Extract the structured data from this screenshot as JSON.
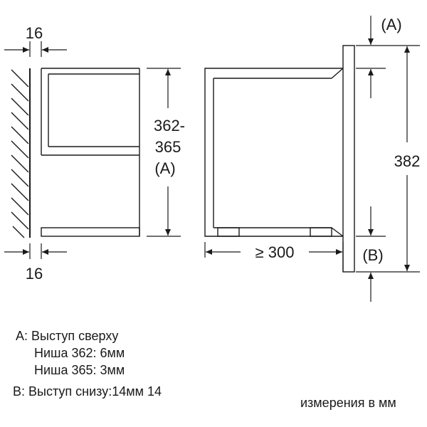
{
  "dimensions": {
    "side_gap_top": "16",
    "side_gap_bottom": "16",
    "niche_height_line1": "362-",
    "niche_height_line2": "365",
    "niche_height_ref": "(A)",
    "depth": "≥ 300",
    "total_height": "382",
    "ref_a": "(A)",
    "ref_b": "(B)"
  },
  "notes": {
    "a_title": "A: Выступ сверху",
    "a_line1": "Ниша 362: 6мм",
    "a_line2": "Ниша 365: 3мм",
    "b_line": "B: Выступ снизу:14мм 14",
    "units": "измерения в мм"
  }
}
